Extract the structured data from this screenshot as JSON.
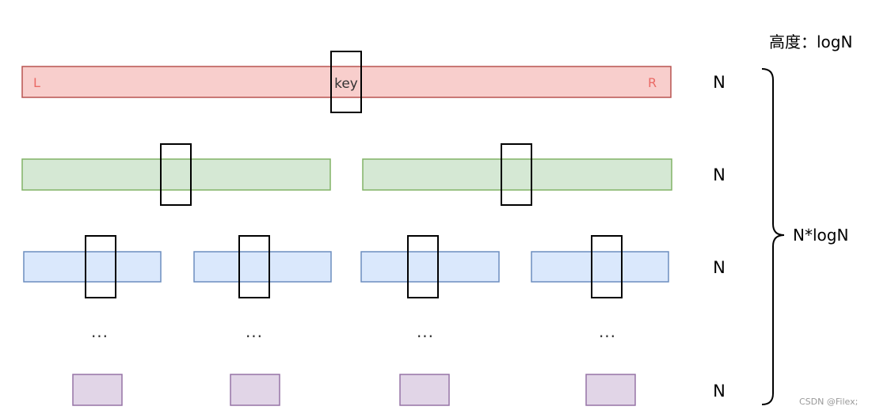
{
  "height_label": "高度：logN",
  "total_label": "N*logN",
  "row_label": "N",
  "left_label": "L",
  "right_label": "R",
  "key_label": "key",
  "ellipsis": "···",
  "watermark": "CSDN @Filex;",
  "colors": {
    "red_fill": "#f8cecc",
    "red_stroke": "#b85450",
    "green_fill": "#d5e8d4",
    "green_stroke": "#82b366",
    "blue_fill": "#dae8fc",
    "blue_stroke": "#6c8ebf",
    "purple_fill": "#e1d5e7",
    "purple_stroke": "#9673a6",
    "lr_text": "#ea6b66"
  }
}
